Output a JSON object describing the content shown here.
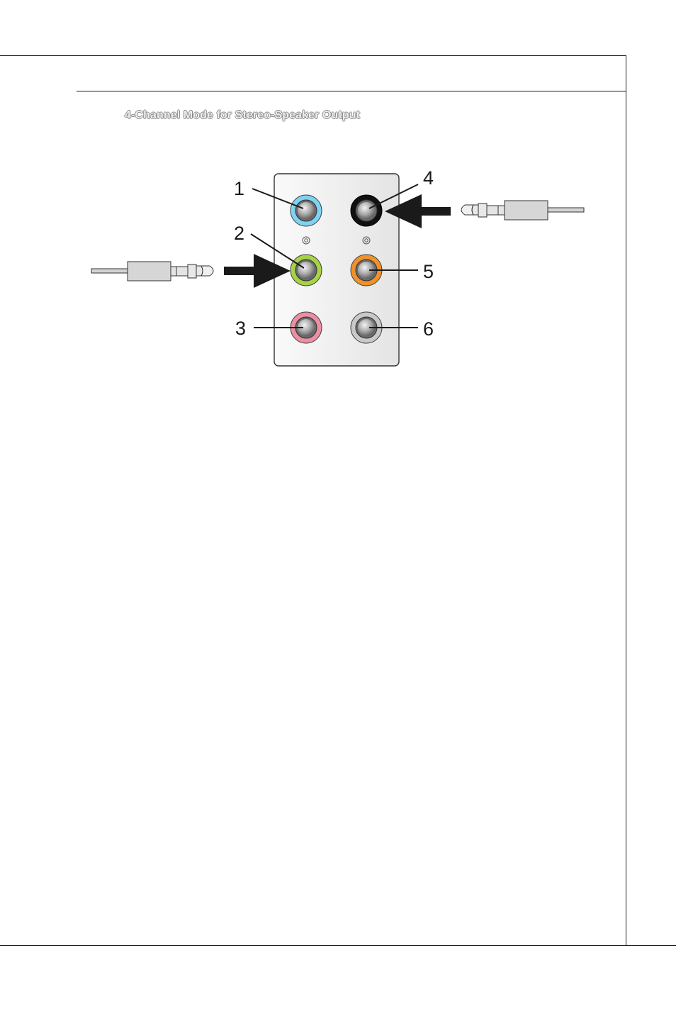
{
  "title": "4-Channel Mode for Stereo-Speaker Output",
  "jacks": [
    {
      "label": "1",
      "ring_color": "#7fd3f2"
    },
    {
      "label": "2",
      "ring_color": "#a6d246"
    },
    {
      "label": "3",
      "ring_color": "#ec8fa3"
    },
    {
      "label": "4",
      "ring_color": "#111111"
    },
    {
      "label": "5",
      "ring_color": "#f0922b"
    },
    {
      "label": "6",
      "ring_color": "#c9c9c9"
    }
  ],
  "colors": {
    "panel_fill": "#eeeeee",
    "panel_stroke": "#333333",
    "line": "#1a1a1a",
    "title_outline": "#8a8a8a"
  }
}
